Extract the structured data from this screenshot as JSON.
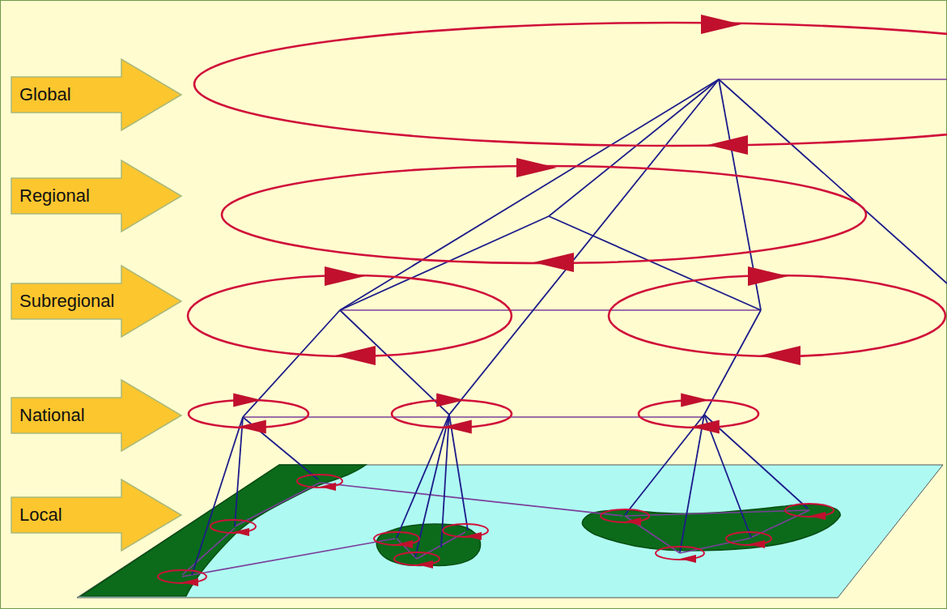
{
  "diagram": {
    "nodes": [
      {
        "text": [
          "Global"
        ]
      },
      {
        "text": [
          "Regional"
        ]
      },
      {
        "text": [
          "Subregional"
        ]
      },
      {
        "text": [
          "National"
        ]
      },
      {
        "text": [
          "Local"
        ]
      }
    ]
  }
}
